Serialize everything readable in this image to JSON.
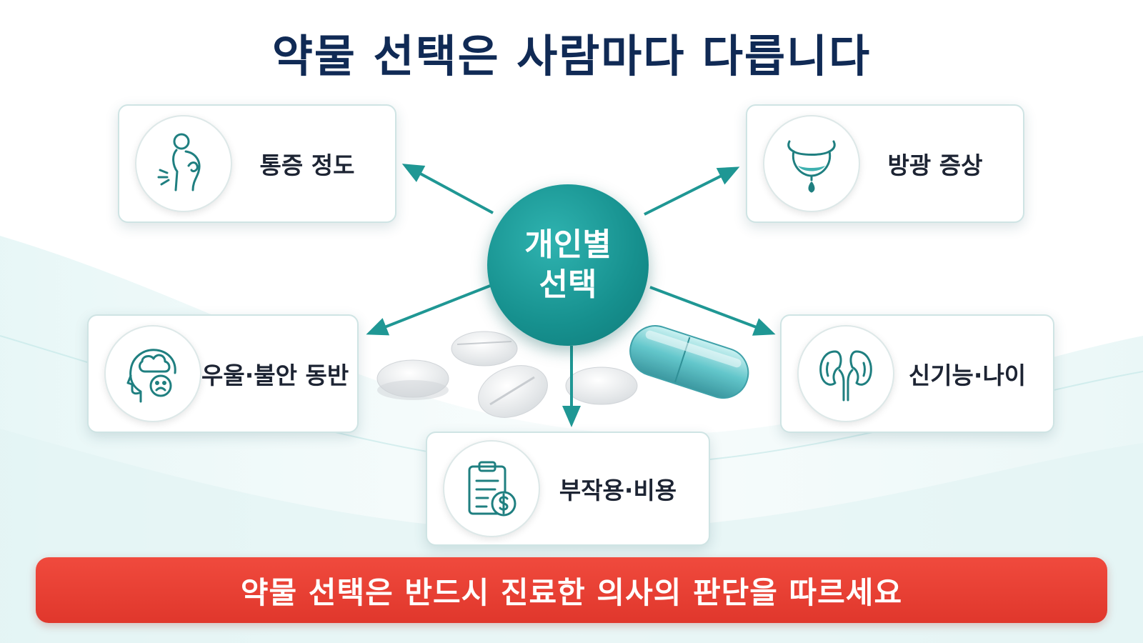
{
  "title": "약물 선택은 사람마다 다릅니다",
  "center": {
    "line1": "개인별",
    "line2": "선택"
  },
  "cards": [
    {
      "label": "통증 정도",
      "icon": "back-pain-icon"
    },
    {
      "label": "방광 증상",
      "icon": "bladder-icon"
    },
    {
      "label": "우울·불안 동반",
      "icon": "head-sad-face-icon"
    },
    {
      "label": "신기능·나이",
      "icon": "kidneys-icon"
    },
    {
      "label": "부작용·비용",
      "icon": "clipboard-dollar-icon"
    }
  ],
  "banner": "약물 선택은 반드시 진료한 의사의 판단을 따르세요",
  "colors": {
    "teal": "#16908e",
    "navy": "#102a55",
    "red": "#e8412f",
    "icon": "#1f7f80"
  }
}
